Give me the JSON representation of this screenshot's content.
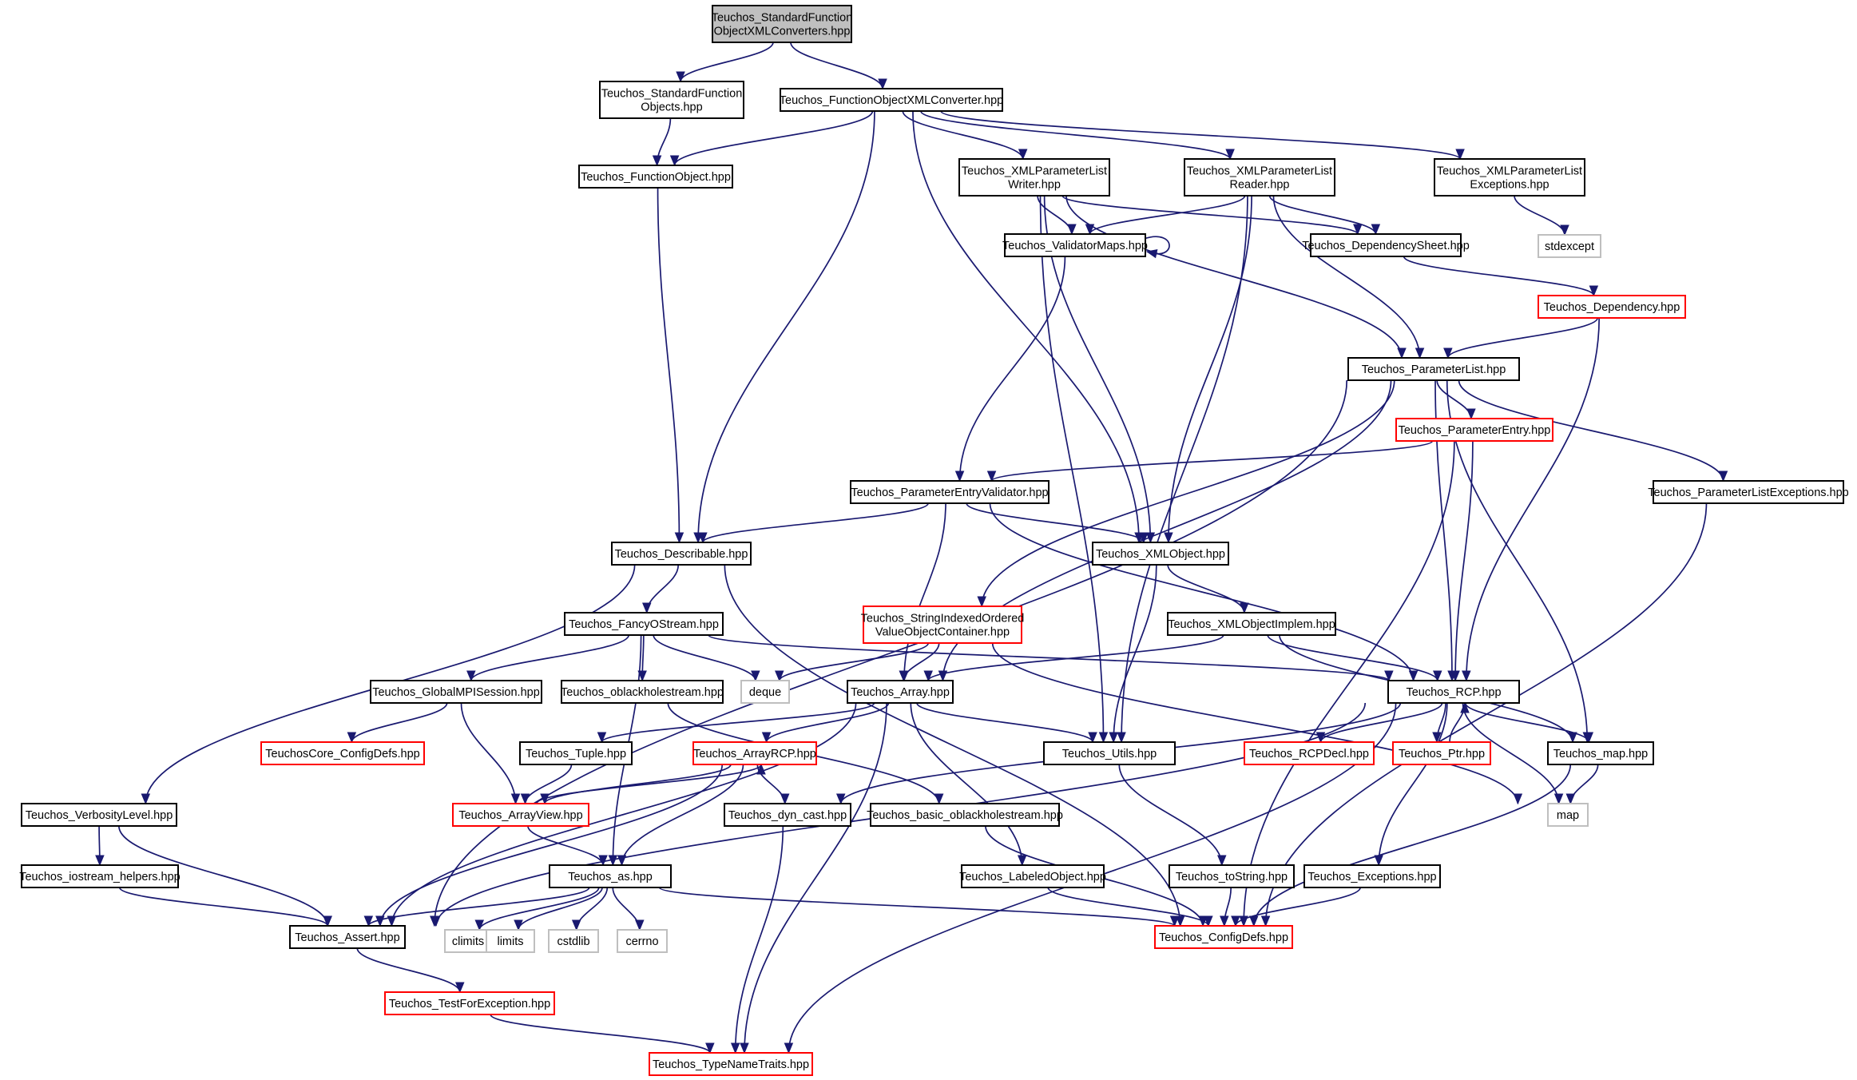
{
  "colors": {
    "edge": "#191970",
    "node_border": "#000000",
    "node_border_missing": "#ff0000",
    "node_border_system": "#bfbfbf",
    "root_fill": "#bfbfbf"
  },
  "nodes": [
    {
      "id": "root",
      "lines": [
        "Teuchos_StandardFunction",
        "ObjectXMLConverters.hpp"
      ],
      "style": "root"
    },
    {
      "id": "sfo",
      "lines": [
        "Teuchos_StandardFunction",
        "Objects.hpp"
      ],
      "style": "normal"
    },
    {
      "id": "foxc",
      "lines": [
        "Teuchos_FunctionObjectXMLConverter.hpp"
      ],
      "style": "normal"
    },
    {
      "id": "fo",
      "lines": [
        "Teuchos_FunctionObject.hpp"
      ],
      "style": "normal"
    },
    {
      "id": "xplw",
      "lines": [
        "Teuchos_XMLParameterList",
        "Writer.hpp"
      ],
      "style": "normal"
    },
    {
      "id": "xplr",
      "lines": [
        "Teuchos_XMLParameterList",
        "Reader.hpp"
      ],
      "style": "normal"
    },
    {
      "id": "xple",
      "lines": [
        "Teuchos_XMLParameterList",
        "Exceptions.hpp"
      ],
      "style": "normal"
    },
    {
      "id": "stdexcept",
      "lines": [
        "stdexcept"
      ],
      "style": "gray"
    },
    {
      "id": "vmaps",
      "lines": [
        "Teuchos_ValidatorMaps.hpp"
      ],
      "style": "normal"
    },
    {
      "id": "depsheet",
      "lines": [
        "Teuchos_DependencySheet.hpp"
      ],
      "style": "normal"
    },
    {
      "id": "dep",
      "lines": [
        "Teuchos_Dependency.hpp"
      ],
      "style": "red"
    },
    {
      "id": "plist",
      "lines": [
        "Teuchos_ParameterList.hpp"
      ],
      "style": "normal"
    },
    {
      "id": "pentry",
      "lines": [
        "Teuchos_ParameterEntry.hpp"
      ],
      "style": "red"
    },
    {
      "id": "pev",
      "lines": [
        "Teuchos_ParameterEntryValidator.hpp"
      ],
      "style": "normal"
    },
    {
      "id": "ple",
      "lines": [
        "Teuchos_ParameterListExceptions.hpp"
      ],
      "style": "normal"
    },
    {
      "id": "desc",
      "lines": [
        "Teuchos_Describable.hpp"
      ],
      "style": "normal"
    },
    {
      "id": "xmlobj",
      "lines": [
        "Teuchos_XMLObject.hpp"
      ],
      "style": "normal"
    },
    {
      "id": "fos",
      "lines": [
        "Teuchos_FancyOStream.hpp"
      ],
      "style": "normal"
    },
    {
      "id": "sio",
      "lines": [
        "Teuchos_StringIndexedOrdered",
        "ValueObjectContainer.hpp"
      ],
      "style": "red"
    },
    {
      "id": "xoi",
      "lines": [
        "Teuchos_XMLObjectImplem.hpp"
      ],
      "style": "normal"
    },
    {
      "id": "gmpi",
      "lines": [
        "Teuchos_GlobalMPISession.hpp"
      ],
      "style": "normal"
    },
    {
      "id": "obh",
      "lines": [
        "Teuchos_oblackholestream.hpp"
      ],
      "style": "normal"
    },
    {
      "id": "deque",
      "lines": [
        "deque"
      ],
      "style": "gray"
    },
    {
      "id": "array",
      "lines": [
        "Teuchos_Array.hpp"
      ],
      "style": "normal"
    },
    {
      "id": "rcp",
      "lines": [
        "Teuchos_RCP.hpp"
      ],
      "style": "normal"
    },
    {
      "id": "ccd",
      "lines": [
        "TeuchosCore_ConfigDefs.hpp"
      ],
      "style": "red"
    },
    {
      "id": "tuple",
      "lines": [
        "Teuchos_Tuple.hpp"
      ],
      "style": "normal"
    },
    {
      "id": "arcp",
      "lines": [
        "Teuchos_ArrayRCP.hpp"
      ],
      "style": "red"
    },
    {
      "id": "utils",
      "lines": [
        "Teuchos_Utils.hpp"
      ],
      "style": "normal"
    },
    {
      "id": "rcpdecl",
      "lines": [
        "Teuchos_RCPDecl.hpp"
      ],
      "style": "red"
    },
    {
      "id": "ptr",
      "lines": [
        "Teuchos_Ptr.hpp"
      ],
      "style": "red"
    },
    {
      "id": "tmap",
      "lines": [
        "Teuchos_map.hpp"
      ],
      "style": "normal"
    },
    {
      "id": "vl",
      "lines": [
        "Teuchos_VerbosityLevel.hpp"
      ],
      "style": "normal"
    },
    {
      "id": "av",
      "lines": [
        "Teuchos_ArrayView.hpp"
      ],
      "style": "red"
    },
    {
      "id": "dyn",
      "lines": [
        "Teuchos_dyn_cast.hpp"
      ],
      "style": "normal"
    },
    {
      "id": "bobh",
      "lines": [
        "Teuchos_basic_oblackholestream.hpp"
      ],
      "style": "normal"
    },
    {
      "id": "map",
      "lines": [
        "map"
      ],
      "style": "gray"
    },
    {
      "id": "ioh",
      "lines": [
        "Teuchos_iostream_helpers.hpp"
      ],
      "style": "normal"
    },
    {
      "id": "as",
      "lines": [
        "Teuchos_as.hpp"
      ],
      "style": "normal"
    },
    {
      "id": "lo",
      "lines": [
        "Teuchos_LabeledObject.hpp"
      ],
      "style": "normal"
    },
    {
      "id": "tostr",
      "lines": [
        "Teuchos_toString.hpp"
      ],
      "style": "normal"
    },
    {
      "id": "exc",
      "lines": [
        "Teuchos_Exceptions.hpp"
      ],
      "style": "normal"
    },
    {
      "id": "assert",
      "lines": [
        "Teuchos_Assert.hpp"
      ],
      "style": "normal"
    },
    {
      "id": "climits",
      "lines": [
        "climits"
      ],
      "style": "gray"
    },
    {
      "id": "limits",
      "lines": [
        "limits"
      ],
      "style": "gray"
    },
    {
      "id": "cstdlib",
      "lines": [
        "cstdlib"
      ],
      "style": "gray"
    },
    {
      "id": "cerrno",
      "lines": [
        "cerrno"
      ],
      "style": "gray"
    },
    {
      "id": "cdefs",
      "lines": [
        "Teuchos_ConfigDefs.hpp"
      ],
      "style": "red"
    },
    {
      "id": "tfe",
      "lines": [
        "Teuchos_TestForException.hpp"
      ],
      "style": "red"
    },
    {
      "id": "tnt",
      "lines": [
        "Teuchos_TypeNameTraits.hpp"
      ],
      "style": "red"
    }
  ],
  "edges": [
    [
      "root",
      "sfo"
    ],
    [
      "root",
      "foxc"
    ],
    [
      "sfo",
      "fo"
    ],
    [
      "foxc",
      "fo"
    ],
    [
      "foxc",
      "xplw"
    ],
    [
      "foxc",
      "xplr"
    ],
    [
      "foxc",
      "xple"
    ],
    [
      "foxc",
      "desc"
    ],
    [
      "foxc",
      "xmlobj"
    ],
    [
      "fo",
      "desc"
    ],
    [
      "xple",
      "stdexcept"
    ],
    [
      "xplw",
      "vmaps"
    ],
    [
      "xplw",
      "depsheet"
    ],
    [
      "xplw",
      "plist"
    ],
    [
      "xplw",
      "xmlobj"
    ],
    [
      "xplw",
      "utils"
    ],
    [
      "xplr",
      "vmaps"
    ],
    [
      "xplr",
      "depsheet"
    ],
    [
      "xplr",
      "plist"
    ],
    [
      "xplr",
      "xmlobj"
    ],
    [
      "xplr",
      "utils"
    ],
    [
      "vmaps",
      "vmaps"
    ],
    [
      "vmaps",
      "pev"
    ],
    [
      "depsheet",
      "dep"
    ],
    [
      "dep",
      "plist"
    ],
    [
      "dep",
      "rcp"
    ],
    [
      "plist",
      "pentry"
    ],
    [
      "plist",
      "ple"
    ],
    [
      "plist",
      "array"
    ],
    [
      "plist",
      "sio"
    ],
    [
      "plist",
      "rcp"
    ],
    [
      "plist",
      "tmap"
    ],
    [
      "plist",
      "assert"
    ],
    [
      "pentry",
      "pev"
    ],
    [
      "pentry",
      "rcp"
    ],
    [
      "pentry",
      "cdefs"
    ],
    [
      "ple",
      "cdefs"
    ],
    [
      "pev",
      "desc"
    ],
    [
      "pev",
      "xmlobj"
    ],
    [
      "pev",
      "array"
    ],
    [
      "pev",
      "rcp"
    ],
    [
      "desc",
      "fos"
    ],
    [
      "desc",
      "vl"
    ],
    [
      "desc",
      "cdefs"
    ],
    [
      "xmlobj",
      "xoi"
    ],
    [
      "xmlobj",
      "utils"
    ],
    [
      "xoi",
      "array"
    ],
    [
      "xoi",
      "rcp"
    ],
    [
      "xoi",
      "tmap"
    ],
    [
      "fos",
      "gmpi"
    ],
    [
      "fos",
      "obh"
    ],
    [
      "fos",
      "deque"
    ],
    [
      "fos",
      "rcp"
    ],
    [
      "fos",
      "as"
    ],
    [
      "sio",
      "deque"
    ],
    [
      "sio",
      "array"
    ],
    [
      "sio",
      "map"
    ],
    [
      "gmpi",
      "ccd"
    ],
    [
      "gmpi",
      "av"
    ],
    [
      "obh",
      "bobh"
    ],
    [
      "array",
      "tuple"
    ],
    [
      "array",
      "arcp"
    ],
    [
      "array",
      "utils"
    ],
    [
      "array",
      "assert"
    ],
    [
      "array",
      "tnt"
    ],
    [
      "array",
      "lo"
    ],
    [
      "rcp",
      "rcpdecl"
    ],
    [
      "rcp",
      "ptr"
    ],
    [
      "rcp",
      "tmap"
    ],
    [
      "rcp",
      "dyn"
    ],
    [
      "rcp",
      "exc"
    ],
    [
      "rcp",
      "assert"
    ],
    [
      "rcp",
      "map"
    ],
    [
      "rcp",
      "tnt"
    ],
    [
      "ptr",
      "rcp"
    ],
    [
      "tuple",
      "av"
    ],
    [
      "arcp",
      "av"
    ],
    [
      "arcp",
      "dyn"
    ],
    [
      "arcp",
      "as"
    ],
    [
      "arcp",
      "assert"
    ],
    [
      "av",
      "arcp"
    ],
    [
      "av",
      "as"
    ],
    [
      "utils",
      "tostr"
    ],
    [
      "tmap",
      "map"
    ],
    [
      "tmap",
      "cdefs"
    ],
    [
      "vl",
      "ioh"
    ],
    [
      "vl",
      "assert"
    ],
    [
      "ioh",
      "assert"
    ],
    [
      "dyn",
      "tnt"
    ],
    [
      "bobh",
      "cdefs"
    ],
    [
      "as",
      "assert"
    ],
    [
      "as",
      "climits"
    ],
    [
      "as",
      "limits"
    ],
    [
      "as",
      "cstdlib"
    ],
    [
      "as",
      "cerrno"
    ],
    [
      "as",
      "cdefs"
    ],
    [
      "lo",
      "cdefs"
    ],
    [
      "tostr",
      "cdefs"
    ],
    [
      "exc",
      "cdefs"
    ],
    [
      "assert",
      "tfe"
    ],
    [
      "tfe",
      "tnt"
    ]
  ]
}
